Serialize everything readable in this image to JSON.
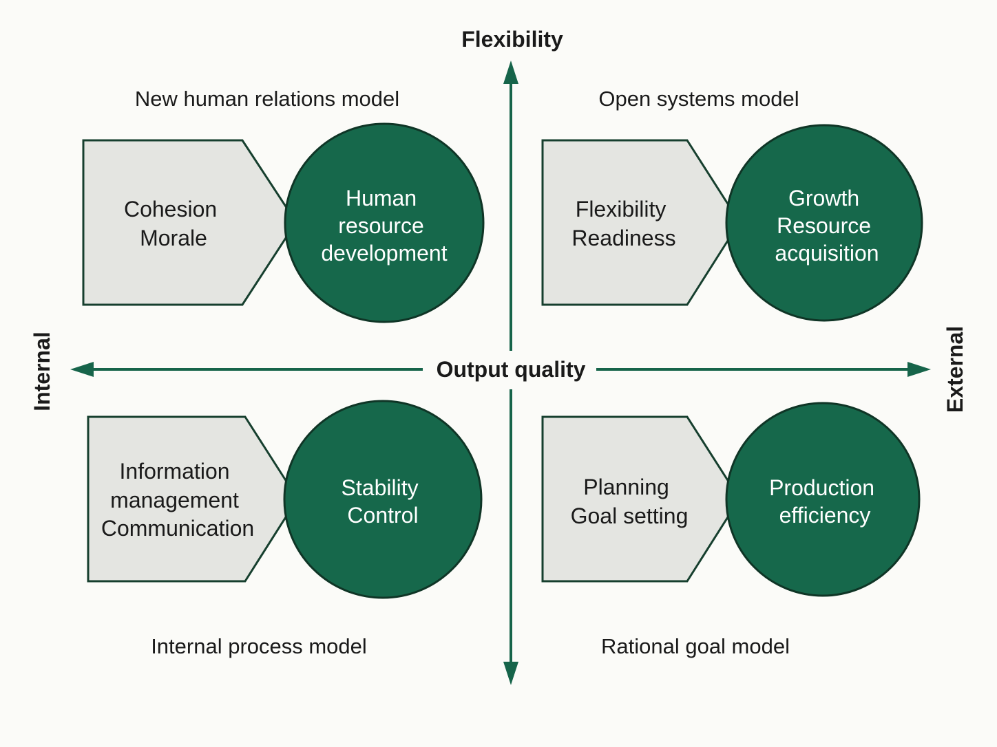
{
  "axes": {
    "top": "Flexibility",
    "left": "Internal",
    "right": "External",
    "center": "Output quality"
  },
  "quadrants": {
    "top_left": {
      "title": "New human relations model",
      "means": [
        "Cohesion",
        "Morale"
      ],
      "ends": [
        "Human",
        "resource",
        "development"
      ]
    },
    "top_right": {
      "title": "Open systems model",
      "means": [
        "Flexibility",
        "Readiness"
      ],
      "ends": [
        "Growth",
        "Resource",
        "acquisition"
      ]
    },
    "bottom_left": {
      "title": "Internal process model",
      "means": [
        "Information",
        "management",
        "Communication"
      ],
      "ends": [
        "Stability",
        "Control"
      ]
    },
    "bottom_right": {
      "title": "Rational goal model",
      "means": [
        "Planning",
        "Goal setting"
      ],
      "ends": [
        "Production",
        "efficiency"
      ]
    }
  },
  "colors": {
    "accent": "#16684b",
    "pentagon_fill": "#e4e5e1",
    "background": "#fbfbf8"
  }
}
